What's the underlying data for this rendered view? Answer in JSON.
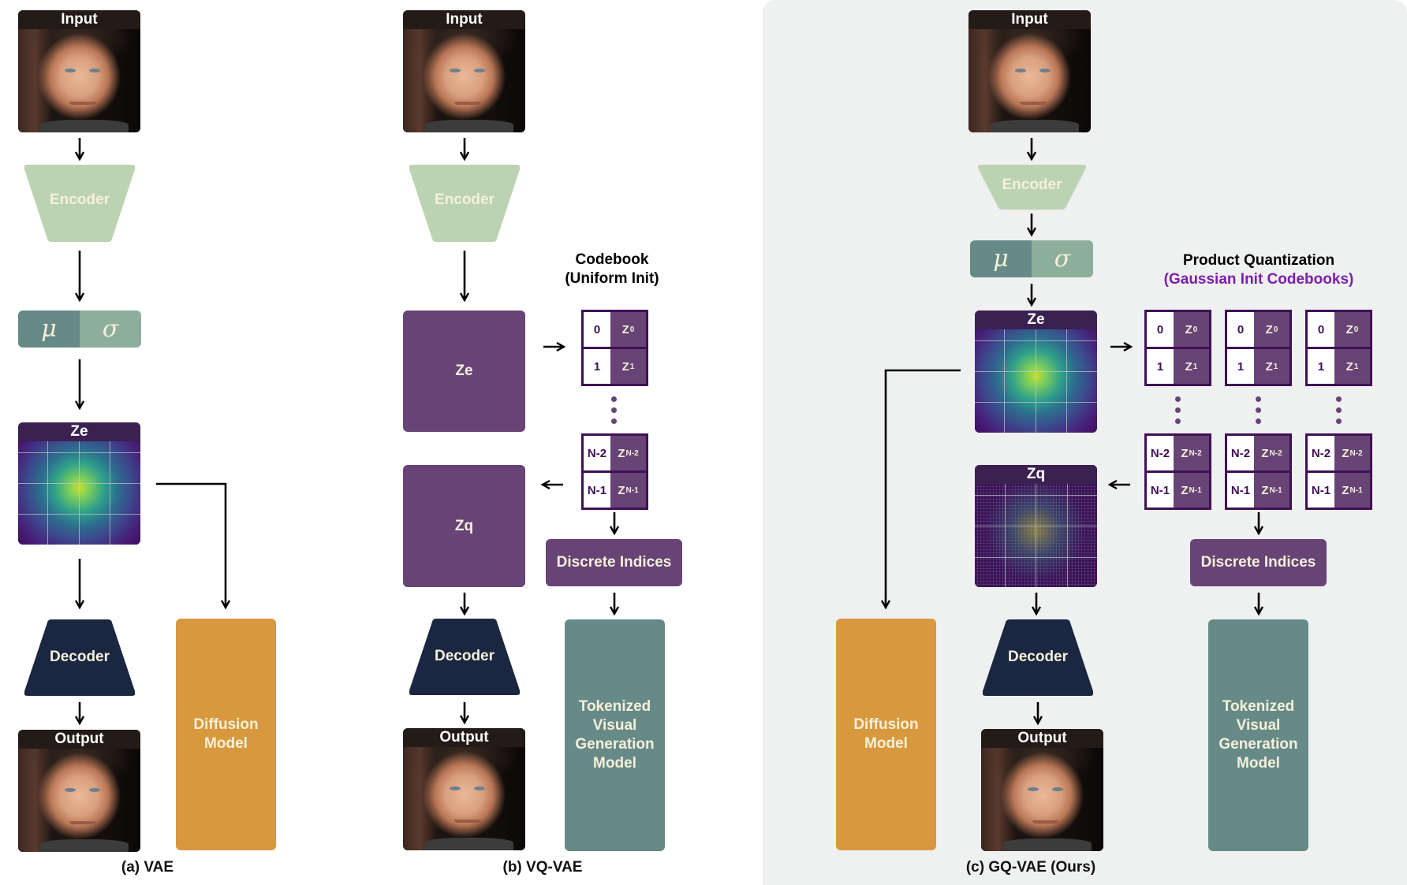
{
  "colors": {
    "encoder": "#bcd3b2",
    "decoder": "#1b2641",
    "mu": "#668a87",
    "sigma": "#8cae9a",
    "latent_box": "#674475",
    "codebook_border": "#3f1057",
    "diffusion": "#d8983d",
    "tokenized": "#668a87",
    "panel_c_background": "#eff0f0",
    "accent_text": "#7b1fad"
  },
  "common": {
    "input_label": "Input",
    "output_label": "Output",
    "encoder_label": "Encoder",
    "decoder_label": "Decoder",
    "mu_symbol": "μ",
    "sigma_symbol": "σ",
    "ze_label": "Ze",
    "zq_label": "Zq",
    "discrete_indices_label": "Discrete Indices",
    "diffusion_line1": "Diffusion",
    "diffusion_line2": "Model",
    "tokenized_line1": "Tokenized",
    "tokenized_line2": "Visual",
    "tokenized_line3": "Generation",
    "tokenized_line4": "Model"
  },
  "codebook": {
    "rows_top": [
      {
        "index": "0",
        "vector": "Z",
        "sub": "0"
      },
      {
        "index": "1",
        "vector": "Z",
        "sub": "1"
      }
    ],
    "rows_bottom": [
      {
        "index": "N-2",
        "vector": "Z",
        "sub": "N-2"
      },
      {
        "index": "N-1",
        "vector": "Z",
        "sub": "N-1"
      }
    ]
  },
  "panels": {
    "a": {
      "caption": "(a) VAE"
    },
    "b": {
      "caption": "(b) VQ-VAE",
      "codebook_title_line1": "Codebook",
      "codebook_title_line2": "(Uniform Init)"
    },
    "c": {
      "caption": "(c) GQ-VAE (Ours)",
      "pq_title_line1": "Product Quantization",
      "pq_title_line2": "(Gaussian Init Codebooks)",
      "num_codebooks": 3
    }
  }
}
